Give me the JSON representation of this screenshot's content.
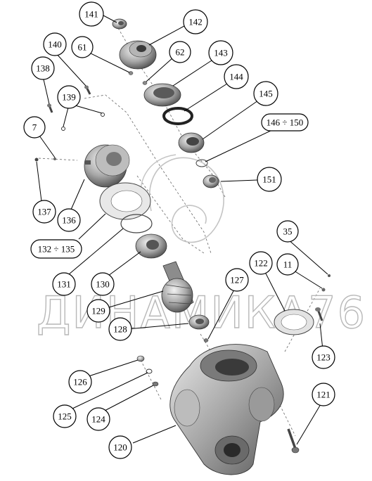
{
  "watermark": "ДИНАМИКА76",
  "callouts": {
    "c141": "141",
    "c142": "142",
    "c140": "140",
    "c61": "61",
    "c62": "62",
    "c143": "143",
    "c138": "138",
    "c139": "139",
    "c144": "144",
    "c145": "145",
    "c7": "7",
    "c146_150": "146 ÷ 150",
    "c151": "151",
    "c137": "137",
    "c136": "136",
    "c132_135": "132 ÷ 135",
    "c35": "35",
    "c11": "11",
    "c122": "122",
    "c131": "131",
    "c130": "130",
    "c127": "127",
    "c129": "129",
    "c128": "128",
    "c123": "123",
    "c126": "126",
    "c125": "125",
    "c124": "124",
    "c121": "121",
    "c120": "120"
  },
  "colors": {
    "metal_light": "#d4d4d4",
    "metal_mid": "#9a9a9a",
    "metal_dark": "#555555",
    "gasket": "#e6e6e6"
  }
}
